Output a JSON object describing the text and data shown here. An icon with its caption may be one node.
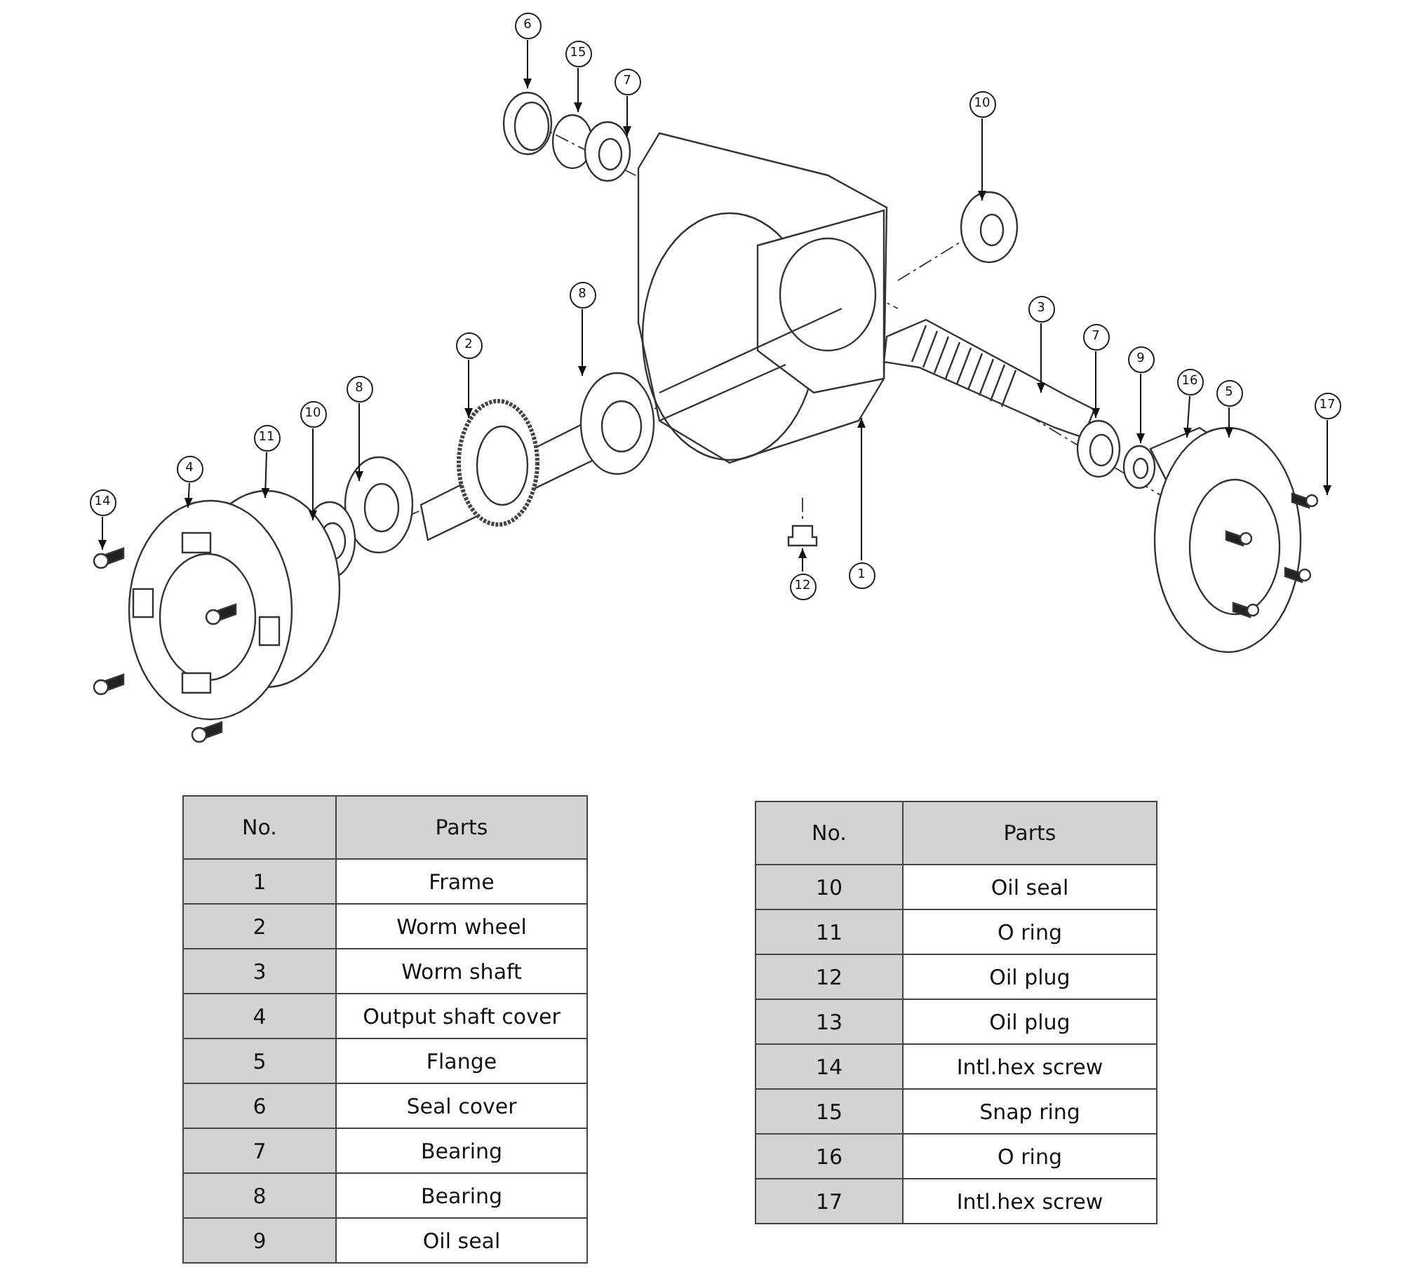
{
  "diagram": {
    "nodes": [
      {
        "text": [
          "6"
        ]
      },
      {
        "text": [
          "15"
        ]
      },
      {
        "text": [
          "7"
        ]
      },
      {
        "text": [
          "10"
        ]
      },
      {
        "text": [
          "8"
        ]
      },
      {
        "text": [
          "3"
        ]
      },
      {
        "text": [
          "7"
        ]
      },
      {
        "text": [
          "2"
        ]
      },
      {
        "text": [
          "9"
        ]
      },
      {
        "text": [
          "16"
        ]
      },
      {
        "text": [
          "8"
        ]
      },
      {
        "text": [
          "5"
        ]
      },
      {
        "text": [
          "17"
        ]
      },
      {
        "text": [
          "10"
        ]
      },
      {
        "text": [
          "11"
        ]
      },
      {
        "text": [
          "4"
        ]
      },
      {
        "text": [
          "14"
        ]
      },
      {
        "text": [
          "1"
        ]
      },
      {
        "text": [
          "12"
        ]
      }
    ],
    "edges": [
      {
        "from": 0,
        "to": null,
        "arrow": "to"
      },
      {
        "from": 1,
        "to": null,
        "arrow": "to"
      },
      {
        "from": 2,
        "to": null,
        "arrow": "to"
      },
      {
        "from": 3,
        "to": null,
        "arrow": "to"
      },
      {
        "from": 4,
        "to": null,
        "arrow": "to"
      },
      {
        "from": 5,
        "to": null,
        "arrow": "to"
      },
      {
        "from": 6,
        "to": null,
        "arrow": "to"
      },
      {
        "from": 7,
        "to": null,
        "arrow": "to"
      },
      {
        "from": 8,
        "to": null,
        "arrow": "to"
      },
      {
        "from": 9,
        "to": null,
        "arrow": "to"
      },
      {
        "from": 10,
        "to": null,
        "arrow": "to"
      },
      {
        "from": 11,
        "to": null,
        "arrow": "to"
      },
      {
        "from": 12,
        "to": null,
        "arrow": "to"
      },
      {
        "from": 13,
        "to": null,
        "arrow": "to"
      },
      {
        "from": 14,
        "to": null,
        "arrow": "to"
      },
      {
        "from": 15,
        "to": null,
        "arrow": "to"
      },
      {
        "from": 16,
        "to": null,
        "arrow": "to"
      },
      {
        "from": 17,
        "to": null,
        "arrow": "to"
      },
      {
        "from": 18,
        "to": null,
        "arrow": "to"
      }
    ],
    "labels": [
      "No.",
      "Parts",
      "1",
      "Frame",
      "2",
      "Worm wheel",
      "3",
      "Worm shaft",
      "4",
      "Output shaft cover",
      "5",
      "Flange",
      "6",
      "Seal cover",
      "7",
      "Bearing",
      "8",
      "Bearing",
      "9",
      "Oil seal",
      "No.",
      "Parts",
      "10",
      "Oil seal",
      "11",
      "O ring",
      "12",
      "Oil plug",
      "13",
      "Oil plug",
      "14",
      "Intl.hex screw",
      "15",
      "Snap ring",
      "16",
      "O ring",
      "17",
      "Intl.hex screw"
    ]
  }
}
